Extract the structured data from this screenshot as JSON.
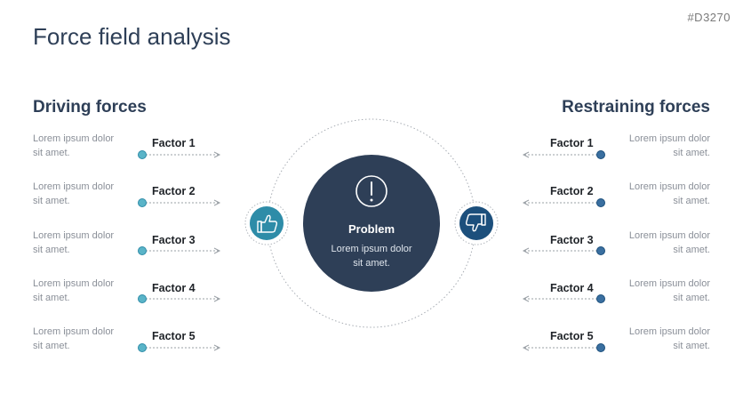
{
  "code": "#D3270",
  "title": "Force field analysis",
  "driving": {
    "heading": "Driving forces",
    "factors": [
      {
        "label": "Factor 1",
        "desc": [
          "Lorem ipsum dolor",
          "sit amet."
        ]
      },
      {
        "label": "Factor 2",
        "desc": [
          "Lorem ipsum dolor",
          "sit amet."
        ]
      },
      {
        "label": "Factor 3",
        "desc": [
          "Lorem ipsum dolor",
          "sit amet."
        ]
      },
      {
        "label": "Factor 4",
        "desc": [
          "Lorem ipsum dolor",
          "sit amet."
        ]
      },
      {
        "label": "Factor 5",
        "desc": [
          "Lorem ipsum dolor",
          "sit amet."
        ]
      }
    ]
  },
  "restraining": {
    "heading": "Restraining forces",
    "factors": [
      {
        "label": "Factor 1",
        "desc": [
          "Lorem ipsum dolor",
          "sit amet."
        ]
      },
      {
        "label": "Factor 2",
        "desc": [
          "Lorem ipsum dolor",
          "sit amet."
        ]
      },
      {
        "label": "Factor 3",
        "desc": [
          "Lorem ipsum dolor",
          "sit amet."
        ]
      },
      {
        "label": "Factor 4",
        "desc": [
          "Lorem ipsum dolor",
          "sit amet."
        ]
      },
      {
        "label": "Factor 5",
        "desc": [
          "Lorem ipsum dolor",
          "sit amet."
        ]
      }
    ]
  },
  "problem": {
    "title": "Problem",
    "desc": [
      "Lorem ipsum dolor",
      "sit amet."
    ]
  },
  "icons": {
    "problem": "exclamation-icon",
    "driving": "thumbs-up-icon",
    "restraining": "thumbs-down-icon"
  },
  "colors": {
    "navy": "#2e3f57",
    "teal": "#2e8ca8",
    "blue": "#1c4f7c",
    "dot_teal": "#5ab4c8",
    "dot_blue": "#3a6fa0"
  }
}
